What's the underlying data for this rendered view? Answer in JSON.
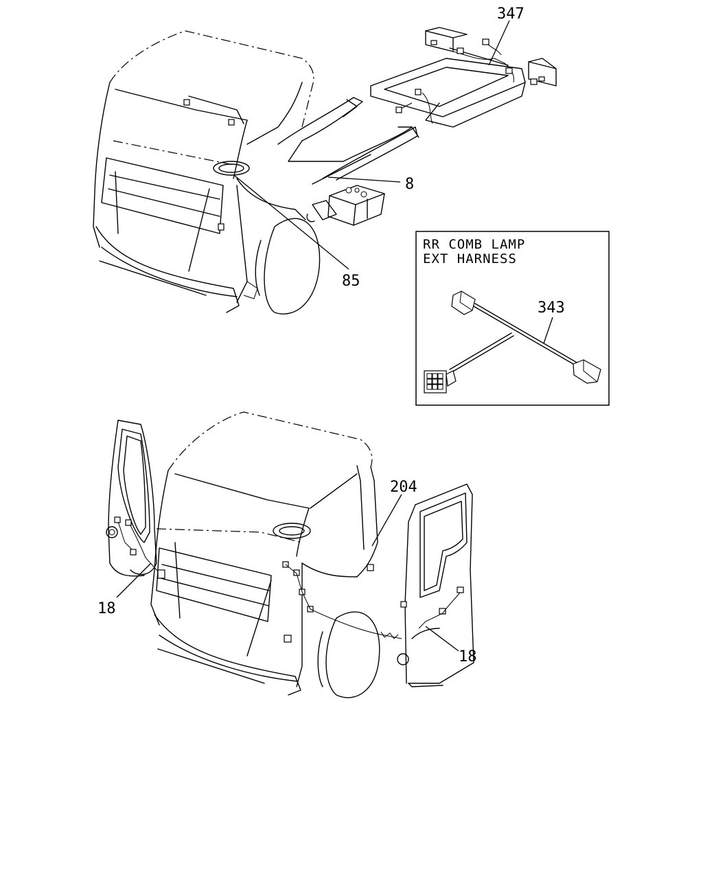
{
  "callouts": {
    "c347": "347",
    "c8": "8",
    "c85": "85",
    "c343": "343",
    "c204": "204",
    "c18_left": "18",
    "c18_right": "18"
  },
  "inset": {
    "title_line1": "RR COMB LAMP",
    "title_line2": "EXT HARNESS"
  }
}
